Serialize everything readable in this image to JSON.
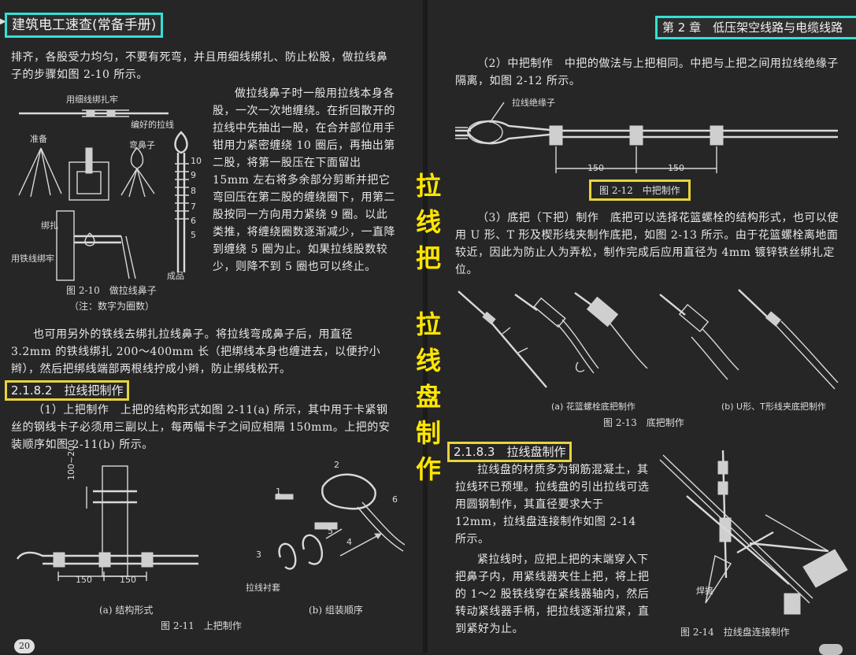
{
  "left_page": {
    "header": "建筑电工速查(常备手册)",
    "intro": "排齐，各股受力均匀，不要有死弯，并且用细线绑扎、防止松股，做拉线鼻子的步骤如图 2-10 所示。",
    "side_text": "做拉线鼻子时一般用拉线本身各股，一次一次地缠绕。在折回散开的拉线中先抽出一股，在合并部位用手钳用力紧密缠绕 10 圈后，再抽出第二股，将第一股压在下面留出 15mm 左右将多余部分剪断并把它弯回压在第二股的缠绕圈下，用第二股按同一方向用力紧绕 9 圈。以此类推，将缠绕圈数逐渐减少，一直降到缠绕 5 圈为止。如果拉线股数较少，则降不到 5 圈也可以终止。",
    "fig210": {
      "caption": "图 2-10　做拉线鼻子",
      "note": "（注：数字为圈数）",
      "labels": [
        "用细线绑扎牢",
        "编好的拉线",
        "准备",
        "弯鼻子",
        "绑扎",
        "用铁线绑牢",
        "成品"
      ],
      "turn_counts": [
        "10",
        "9",
        "8",
        "7",
        "6",
        "5"
      ]
    },
    "para2": "也可用另外的铁线去绑扎拉线鼻子。将拉线弯成鼻子后，用直径 3.2mm 的铁线绑扎 200～400mm 长（把绑线本身也缠进去，以便拧小辫），然后把绑线端部两根线拧成小辫，防止绑线松开。",
    "section_282": "2.1.8.2　拉线把制作",
    "para3": "（1）上把制作　上把的结构形式如图 2-11(a) 所示，其中用于卡紧钢丝的钢线卡子必须用三副以上，每两幅卡子之间应相隔 150mm。上把的安装顺序如图 2-11(b) 所示。",
    "fig211": {
      "dim_v": "100~200",
      "dim_a": "150",
      "dim_b": "150",
      "nums": [
        "1",
        "2",
        "3",
        "4",
        "5",
        "6"
      ],
      "label_liner": "拉线衬套",
      "sub_a": "(a) 结构形式",
      "sub_b": "(b) 组装顺序",
      "caption": "图 2-11　上把制作"
    },
    "page_number": "20"
  },
  "right_page": {
    "header": "第 2 章　低压架空线路与电缆线路",
    "para1": "（2）中把制作　中把的做法与上把相同。中把与上把之间用拉线绝缘子隔离，如图 2-12 所示。",
    "fig212": {
      "label": "拉线绝缘子",
      "dim_a": "150",
      "dim_b": "150",
      "caption": "图 2-12　中把制作"
    },
    "para2": "（3）底把（下把）制作　底把可以选择花篮螺栓的结构形式，也可以使用 U 形、T 形及楔形线夹制作底把，如图 2-13 所示。由于花篮螺栓离地面较近，因此为防止人为弄松，制作完成后应用直径为 4mm 镀锌铁丝绑扎定位。",
    "fig213": {
      "sub_a": "(a) 花篮螺栓底把制作",
      "sub_b": "(b) U形、T形线夹底把制作",
      "caption": "图 2-13　底把制作"
    },
    "section_283": "2.1.8.3　拉线盘制作",
    "para3": "拉线盘的材质多为钢筋混凝土，其拉线环已预埋。拉线盘的引出拉线可选用圆钢制作，其直径要求大于 12mm，拉线盘连接制作如图 2-14 所示。",
    "para4": "紧拉线时，应把上把的末端穿入下把鼻子内，用紧线器夹住上把，将上把的 1～2 股铁线穿在紧线器轴内，然后转动紧线器手柄，把拉线逐渐拉紧，直到紧好为止。",
    "fig214": {
      "label": "焊接",
      "caption": "图 2-14　拉线盘连接制作"
    }
  },
  "overlay": {
    "title_top": [
      "拉",
      "线",
      "把"
    ],
    "title_bottom": [
      "拉",
      "线",
      "盘",
      "制",
      "作"
    ],
    "color": "#ffe600"
  }
}
